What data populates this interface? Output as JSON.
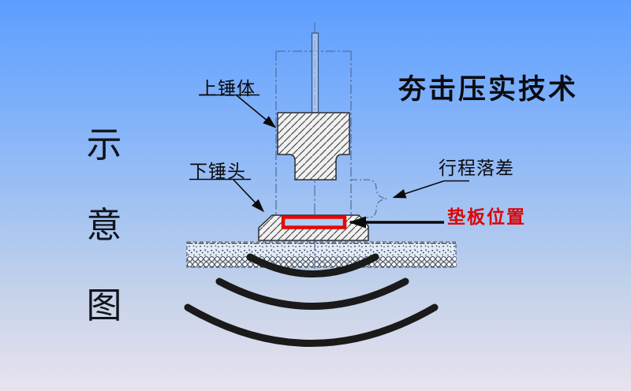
{
  "title": "夯击压实技术",
  "side_caption": {
    "full": "示意图",
    "chars": [
      "示",
      "意",
      "图"
    ]
  },
  "labels": {
    "upper_hammer": "上锤体",
    "lower_hammer": "下锤头",
    "stroke_drop": "行程落差",
    "pad_position": "垫板位置"
  },
  "colors": {
    "background_top": "#5c9eff",
    "background_bottom": "#e9e3ef",
    "pad_outline_red": "#e60707",
    "pad_fill": "#aecdf4",
    "drawing_line": "#55719f",
    "hatch_line": "#4a4a4a",
    "hatch_fill": "#f1f1f1",
    "shockwave": "#1a1a1a",
    "label_text": "#0b0b0f",
    "pad_label_red": "#d90606"
  },
  "diagram_parts": [
    "upper-hammer-body",
    "lower-hammer-head",
    "pad-plate",
    "guide-rod",
    "centerline",
    "stroke-gap-brace",
    "ground-layer",
    "shock-wave-arcs"
  ]
}
